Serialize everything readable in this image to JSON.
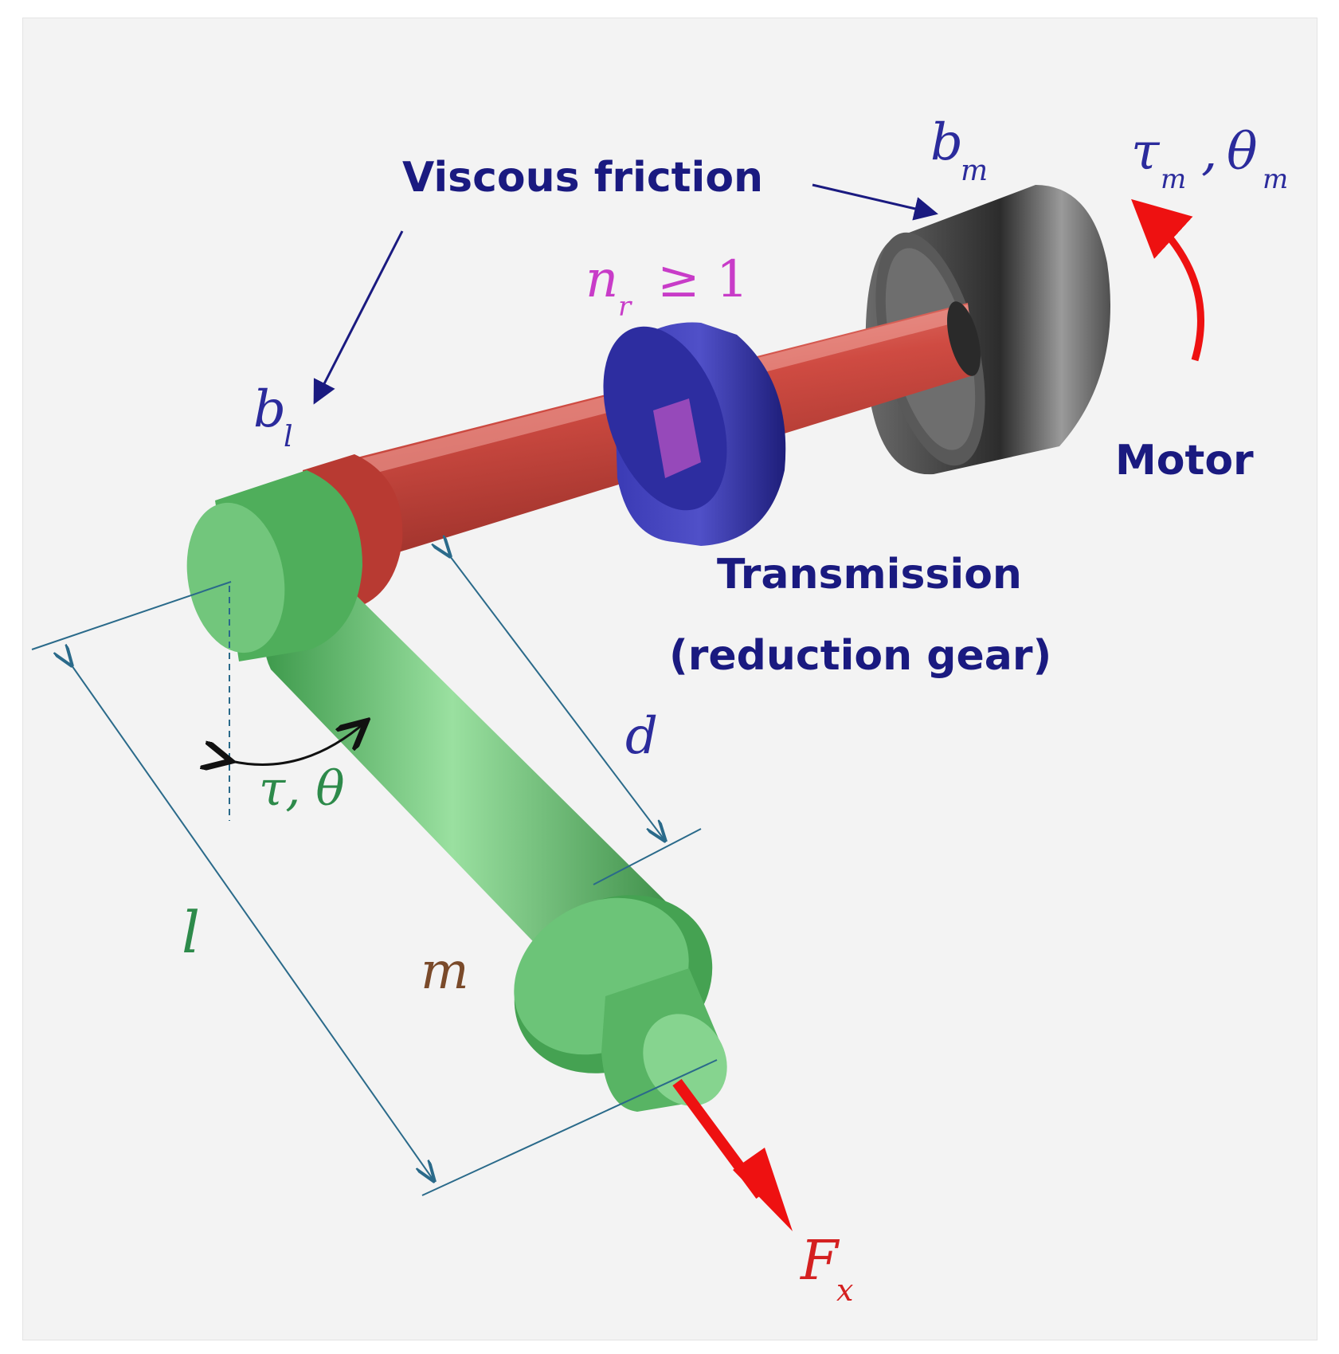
{
  "labels": {
    "viscous_friction": "Viscous friction",
    "transmission": "Transmission",
    "reduction_gear": "(reduction gear)",
    "motor": "Motor",
    "b_l_base": "b",
    "b_l_sub": "l",
    "b_m_base": "b",
    "b_m_sub": "m",
    "n_r_base": "n",
    "n_r_sub": "r",
    "n_r_rel": "≥ 1",
    "tau_m_base": "τ",
    "tau_m_sub": "m",
    "comma": ",",
    "theta_m_base": "θ",
    "theta_m_sub": "m",
    "tau_theta": "τ, θ",
    "d": "d",
    "l": "l",
    "m": "m",
    "f_base": "F",
    "f_sub": "x"
  },
  "colors": {
    "background": "#f3f3f3",
    "label_navy": "#1a1a80",
    "label_blue": "#2b2b9c",
    "label_green": "#2d8a4a",
    "label_magenta": "#c83cc8",
    "label_brown": "#7a4a2a",
    "label_red": "#d42020",
    "dimension_line": "#2a6a8a",
    "force_arrow": "#ee1111",
    "motor_arrow": "#ee1111",
    "shaft_red": "#c9443c",
    "gear_blue": "#2a2a9c",
    "motor_gray": "#555555",
    "link_green": "#5cbf68"
  }
}
